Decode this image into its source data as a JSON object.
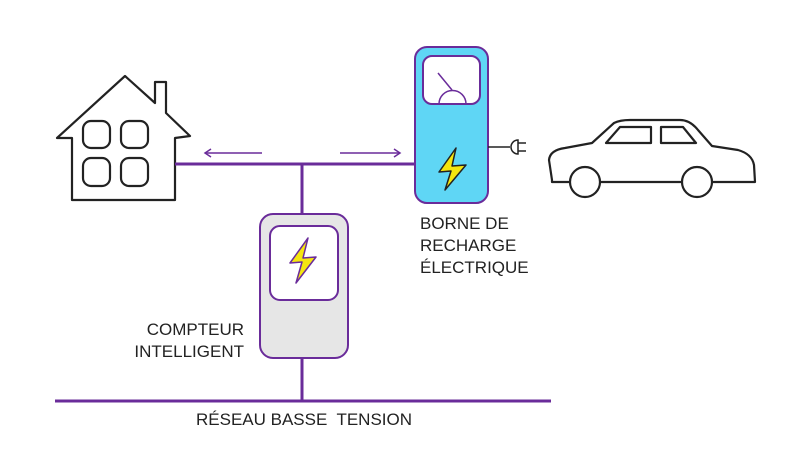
{
  "colors": {
    "wire": "#6a2c9a",
    "charger_fill": "#5fd6f5",
    "meter_fill": "#e6e6e6",
    "bolt": "#f5e60f",
    "outline": "#222222"
  },
  "labels": {
    "charger": [
      "BORNE DE",
      "RECHARGE",
      "ÉLECTRIQUE"
    ],
    "meter": [
      "COMPTEUR",
      "INTELLIGENT"
    ],
    "grid": "RÉSEAU BASSE  TENSION"
  },
  "icons": [
    "house-icon",
    "car-icon",
    "plug-icon",
    "gauge-icon",
    "lightning-bolt-icon"
  ]
}
